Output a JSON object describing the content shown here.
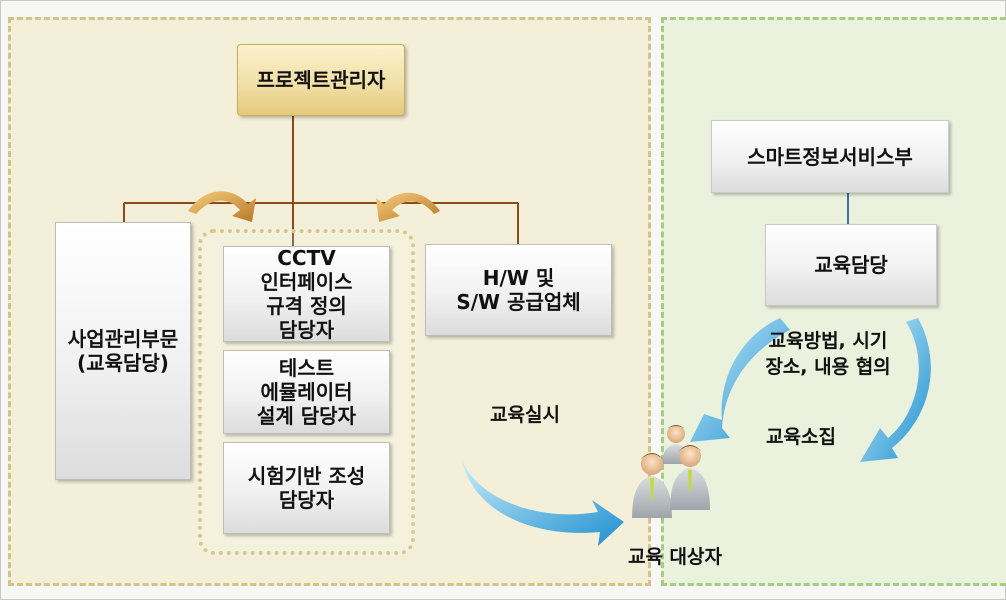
{
  "diagram": {
    "project_manager": "프로젝트관리자",
    "business_dept": "사업관리부문\n(교육담당)",
    "cctv_role": "CCTV\n인터페이스\n규격 정의\n담당자",
    "test_role": "테스트\n에뮬레이터\n설계 담당자",
    "testbed_role": "시험기반 조성\n담당자",
    "supplier": "H/W 및\nS/W 공급업체",
    "smart_dept": "스마트정보서비스부",
    "edu_manager": "교육담당",
    "consult_text": "교육방법, 시기\n장소, 내용 협의",
    "recruit_text": "교육소집",
    "conduct_text": "교육실시",
    "target_text": "교육 대상자"
  },
  "colors": {
    "left_panel_bg": "#f3efd8",
    "right_panel_bg": "#eaf2de",
    "connector": "#8b4a1a",
    "arrow_blue": "#2aa3d8",
    "arrow_gold": "#d49a3c"
  },
  "icons": [
    "curved-arrow-icon",
    "person-group-icon"
  ]
}
